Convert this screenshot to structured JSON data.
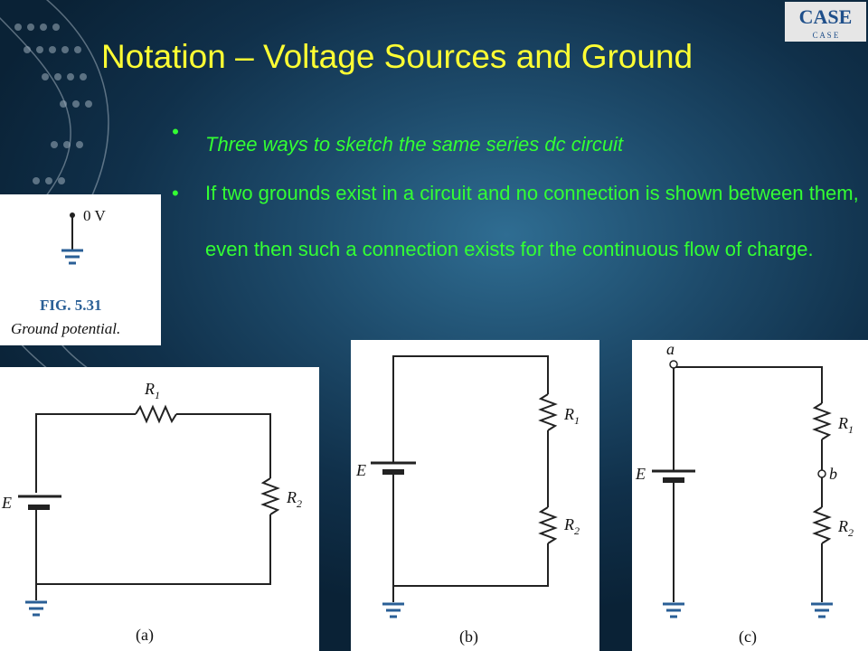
{
  "slide": {
    "title": "Notation – Voltage Sources and Ground",
    "bullets": [
      "Three ways to sketch the same series dc circuit",
      "If two grounds exist in a circuit and no connection is shown between them, even then such a connection exists for the continuous flow of charge."
    ],
    "bullet_mark": "•",
    "colors": {
      "title": "#ffff33",
      "bullet": "#33ff33",
      "background": "#1d4a6a"
    }
  },
  "logo": {
    "text": "CASE",
    "subtext": "C A S E"
  },
  "fig531": {
    "voltage_label": "0 V",
    "caption_number": "FIG. 5.31",
    "caption_text": "Ground potential."
  },
  "circuit_a": {
    "R1": "R",
    "R1_sub": "1",
    "R2": "R",
    "R2_sub": "2",
    "E": "E",
    "caption": "(a)"
  },
  "circuit_b": {
    "R1": "R",
    "R1_sub": "1",
    "R2": "R",
    "R2_sub": "2",
    "E": "E",
    "caption": "(b)"
  },
  "circuit_c": {
    "R1": "R",
    "R1_sub": "1",
    "R2": "R",
    "R2_sub": "2",
    "E": "E",
    "node_a": "a",
    "node_b": "b",
    "caption": "(c)"
  }
}
